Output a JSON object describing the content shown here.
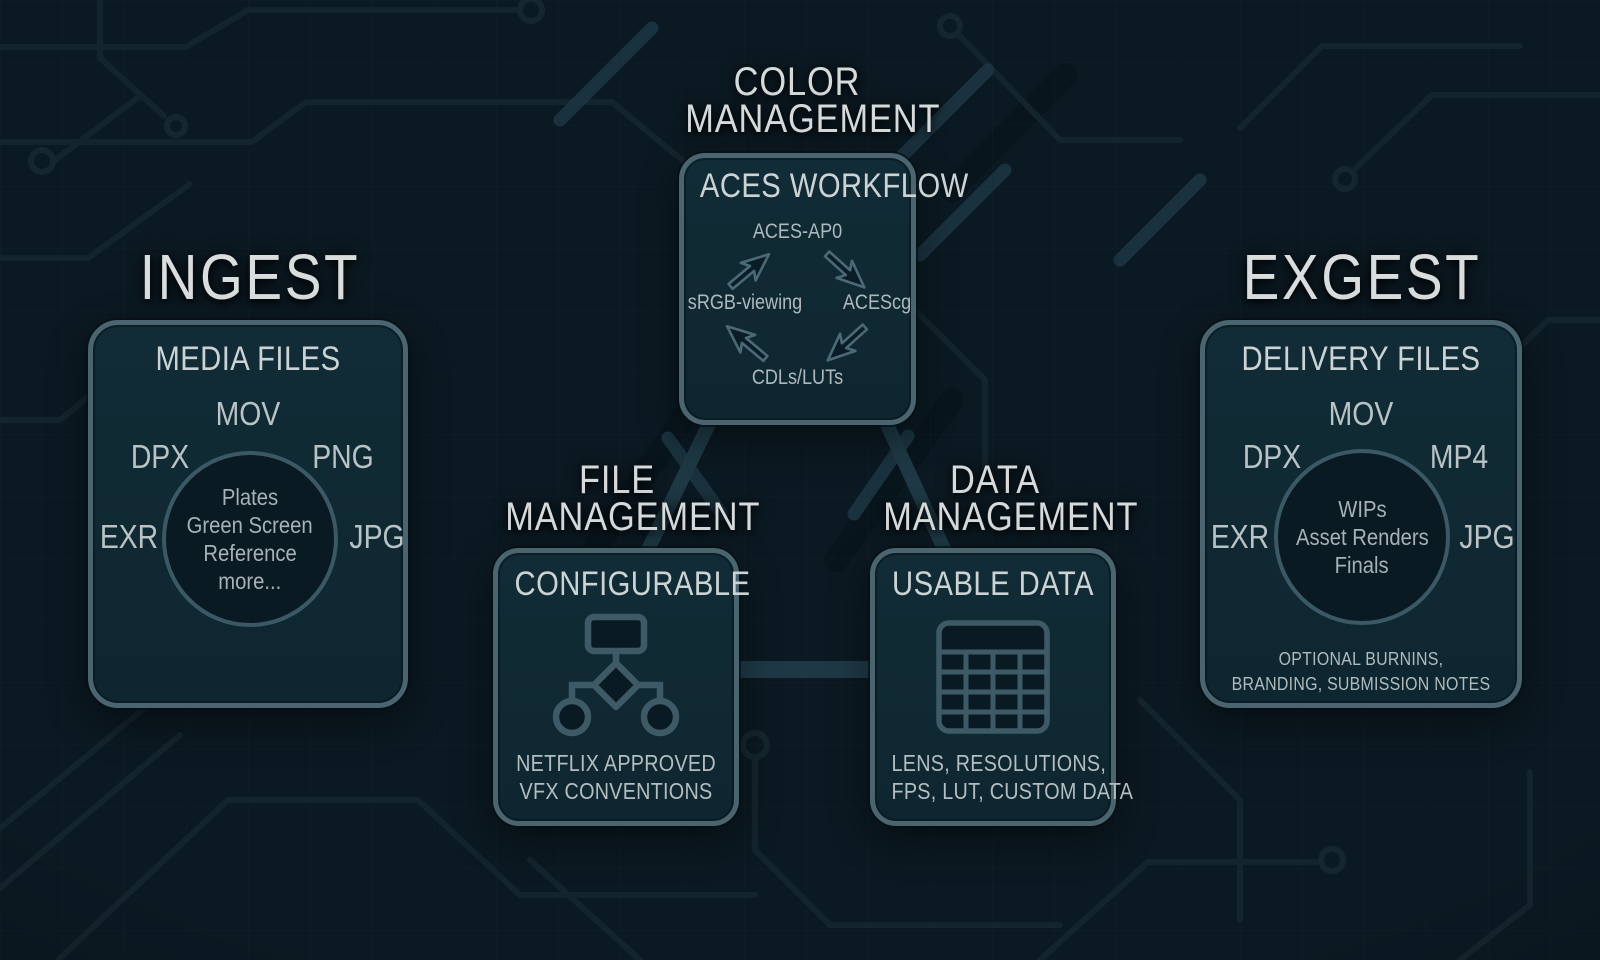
{
  "palette": {
    "background": "#0b1922",
    "panel_fill": "#0f2933",
    "panel_border": "#4a6570",
    "circle_fill": "#0a1a22",
    "icon_stroke": "#3d5a66",
    "connector": "#1e3945",
    "title_text": "#d9dddd",
    "body_text": "#b9c3c6"
  },
  "ingest": {
    "title": "INGEST",
    "heading": "MEDIA FILES",
    "formats": {
      "top": "MOV",
      "upper_left": "DPX",
      "upper_right": "PNG",
      "left": "EXR",
      "right": "JPG"
    },
    "circle_lines": [
      "Plates",
      "Green Screen",
      "Reference",
      "more..."
    ]
  },
  "color_management": {
    "title_line1": "COLOR",
    "title_line2": "MANAGEMENT",
    "heading": "ACES WORKFLOW",
    "cycle": {
      "top": "ACES-AP0",
      "right": "ACEScg",
      "bottom": "CDLs/LUTs",
      "left": "sRGB-viewing"
    }
  },
  "file_management": {
    "title_line1": "FILE",
    "title_line2": "MANAGEMENT",
    "heading": "CONFIGURABLE",
    "caption_line1": "NETFLIX APPROVED",
    "caption_line2": "VFX CONVENTIONS"
  },
  "data_management": {
    "title_line1": "DATA",
    "title_line2": "MANAGEMENT",
    "heading": "USABLE DATA",
    "caption_line1": "LENS, RESOLUTIONS,",
    "caption_line2": "FPS, LUT, CUSTOM DATA"
  },
  "exgest": {
    "title": "EXGEST",
    "heading": "DELIVERY FILES",
    "formats": {
      "top": "MOV",
      "upper_left": "DPX",
      "upper_right": "MP4",
      "left": "EXR",
      "right": "JPG"
    },
    "circle_lines": [
      "WIPs",
      "Asset Renders",
      "Finals"
    ],
    "caption_line1": "OPTIONAL BURNINS,",
    "caption_line2": "BRANDING, SUBMISSION NOTES"
  }
}
